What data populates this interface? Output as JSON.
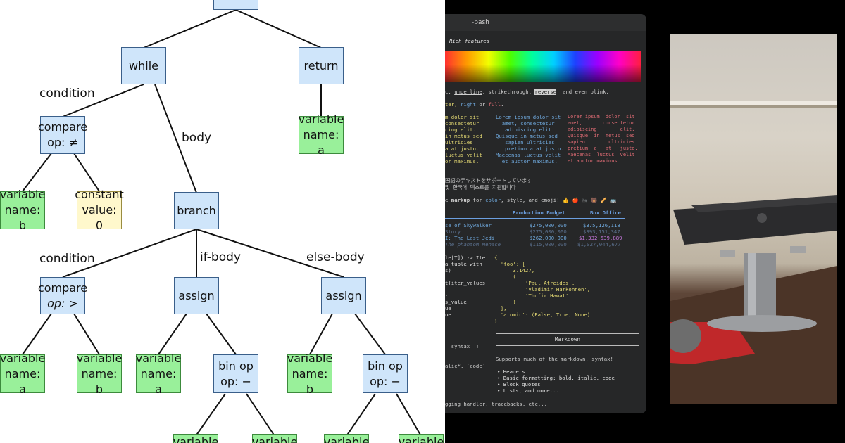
{
  "ast": {
    "nodes": {
      "while": "while",
      "return": "return",
      "compare1": {
        "line1": "compare",
        "line2": "op: ≠"
      },
      "var_return": {
        "line1": "variable",
        "line2": "name: a"
      },
      "var_b1": {
        "line1": "variable",
        "line2": "name: b"
      },
      "const0": {
        "line1": "constant",
        "line2": "value: 0"
      },
      "branch": "branch",
      "compare2": {
        "line1": "compare",
        "line2": "op: >"
      },
      "assign1": "assign",
      "assign2": "assign",
      "var_a2": {
        "line1": "variable",
        "line2": "name: a"
      },
      "var_b2": {
        "line1": "variable",
        "line2": "name: b"
      },
      "var_a3": {
        "line1": "variable",
        "line2": "name: a"
      },
      "binop1": {
        "line1": "bin op",
        "line2": "op: −"
      },
      "var_b3": {
        "line1": "variable",
        "line2": "name: b"
      },
      "binop2": {
        "line1": "bin op",
        "line2": "op: −"
      },
      "leaf1": "variable",
      "leaf2": "variable",
      "leaf3": "variable",
      "leaf4": "variable"
    },
    "edge_labels": {
      "condition_top": "condition",
      "body": "body",
      "condition_branch": "condition",
      "if_body": "if-body",
      "else_body": "else-body"
    }
  },
  "terminal": {
    "title": "-bash",
    "section_rich": "Rich features",
    "styles_line_pre": "c, ",
    "styles_underline": "underline",
    "styles_mid": ", strikethrough, ",
    "styles_reverse": "reverse",
    "styles_end": ", and even blink.",
    "align_pre": "ter, ",
    "align_right": "right",
    "align_or": " or ",
    "align_full": "full",
    "align_end": ".",
    "lorem_left": "m dolor sit\nconsectetur\ncing elit.\nin metus sed\nultricies\na at justo.\nluctus velit\nor maximus.",
    "lorem_center": "Lorem ipsum dolor sit\n  amet, consectetur\n   adipiscing elit.\nQuisque in metus sed\n   sapien ultricies\n   pretium a at justo.\nMaecenas luctus velit\n  et auctor maximus.",
    "lorem_right": "Lorem ipsum  dolor  sit\namet,       consectetur\nadipiscing        elit.\nQuisque  in  metus  sed\nsapien        ultricies\npretium  a   at   justo.\nMaecenas  luctus  velit\net auctor maximus.",
    "cjk1": "国語のテキストをサポートしています",
    "cjk2": "및 한국어 텍스트를 지원합니다",
    "markup_pre": "e ",
    "markup_bold": "markup",
    "markup_for": " for ",
    "markup_color": "color",
    "markup_comma": ", ",
    "markup_style": "style",
    "markup_end": ", and emoji! 👍 🍎 🐜 🐻 🥖 🚌",
    "table_headers": [
      "Production Budget",
      "Box Office"
    ],
    "table_rows": [
      {
        "title": "se of Skywalker",
        "budget": "$275,000,000",
        "box": "$375,126,118"
      },
      {
        "title": "Story",
        "budget": "$275,000,000",
        "box": "$393,151,347"
      },
      {
        "title": "I: The Last Jedi",
        "budget": "$262,000,000",
        "box": "$1,332,539,889"
      },
      {
        "title": "The phantom Menace",
        "budget": "$115,000,000",
        "box": "$1,027,044,677"
      }
    ],
    "code_left": "le[T]) -> Ite\na tuple with\ns)\n\nt(iter_values\n\n:\ns_value\nue\nue",
    "code_right": "{\n  'foo': [\n      3.1427,\n      (\n          'Paul Atreides',\n          'Vladimir Harkonnen',\n          'Thufir Hawat'\n      )\n  ],\n  'atomic': (False, True, None)\n}",
    "syntax_left": "__syntax__!",
    "syntax_left2": "alic*, `code`",
    "markdown_title": "Markdown",
    "markdown_desc": "Supports much of the markdown, syntax!",
    "markdown_bullets": "• Headers\n• Basic formatting: bold, italic, code\n• Block quotes\n• Lists, and more...",
    "footer": "gging handler, tracebacks, etc..."
  }
}
